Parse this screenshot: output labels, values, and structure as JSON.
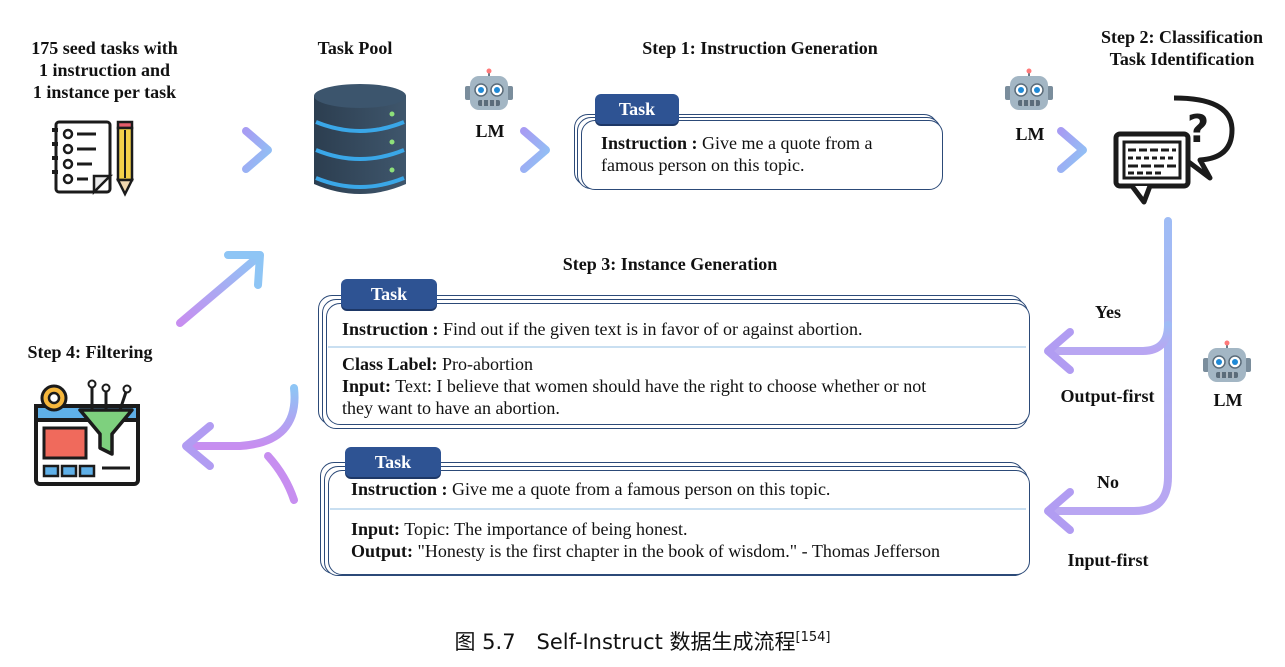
{
  "seed": {
    "line1": "175 seed tasks with",
    "line2": "1 instruction and",
    "line3": "1 instance per task"
  },
  "task_pool": {
    "label": "Task Pool"
  },
  "lm_label": "LM",
  "step1": {
    "title": "Step 1: Instruction Generation",
    "tab": "Task",
    "instruction_label": "Instruction :",
    "instruction_text": " Give me a quote from a",
    "instruction_text2": "famous person on this topic."
  },
  "step2": {
    "line1": "Step 2: Classification",
    "line2": "Task Identification"
  },
  "step3": {
    "title": "Step 3: Instance Generation",
    "card_a": {
      "tab": "Task",
      "instruction_label": "Instruction :",
      "instruction_text": " Find out if the given text is in favor of or against abortion.",
      "class_label": "Class Label:",
      "class_text": " Pro-abortion",
      "input_label": "Input:",
      "input_text": " Text: I believe that women should have the right to choose whether or not",
      "input_text2": "they want to have an abortion."
    },
    "card_b": {
      "tab": "Task",
      "instruction_label": "Instruction :",
      "instruction_text": " Give me a quote from a famous person on this topic.",
      "input_label": "Input:",
      "input_text": " Topic: The importance of being honest.",
      "output_label": "Output:",
      "output_text": " \"Honesty is the first chapter in the book of wisdom.\" - Thomas Jefferson"
    }
  },
  "branch": {
    "yes": "Yes",
    "output_first": "Output-first",
    "no": "No",
    "input_first": "Input-first"
  },
  "step4": {
    "title": "Step 4: Filtering"
  },
  "caption": {
    "prefix": "图 5.7 Self-Instruct 数据生成流程",
    "ref": "[154]"
  },
  "colors": {
    "tab_blue": "#2e5393",
    "card_border": "#2c4a78",
    "arrow_start": "#8ec5f5",
    "arrow_end": "#b58cf2"
  }
}
